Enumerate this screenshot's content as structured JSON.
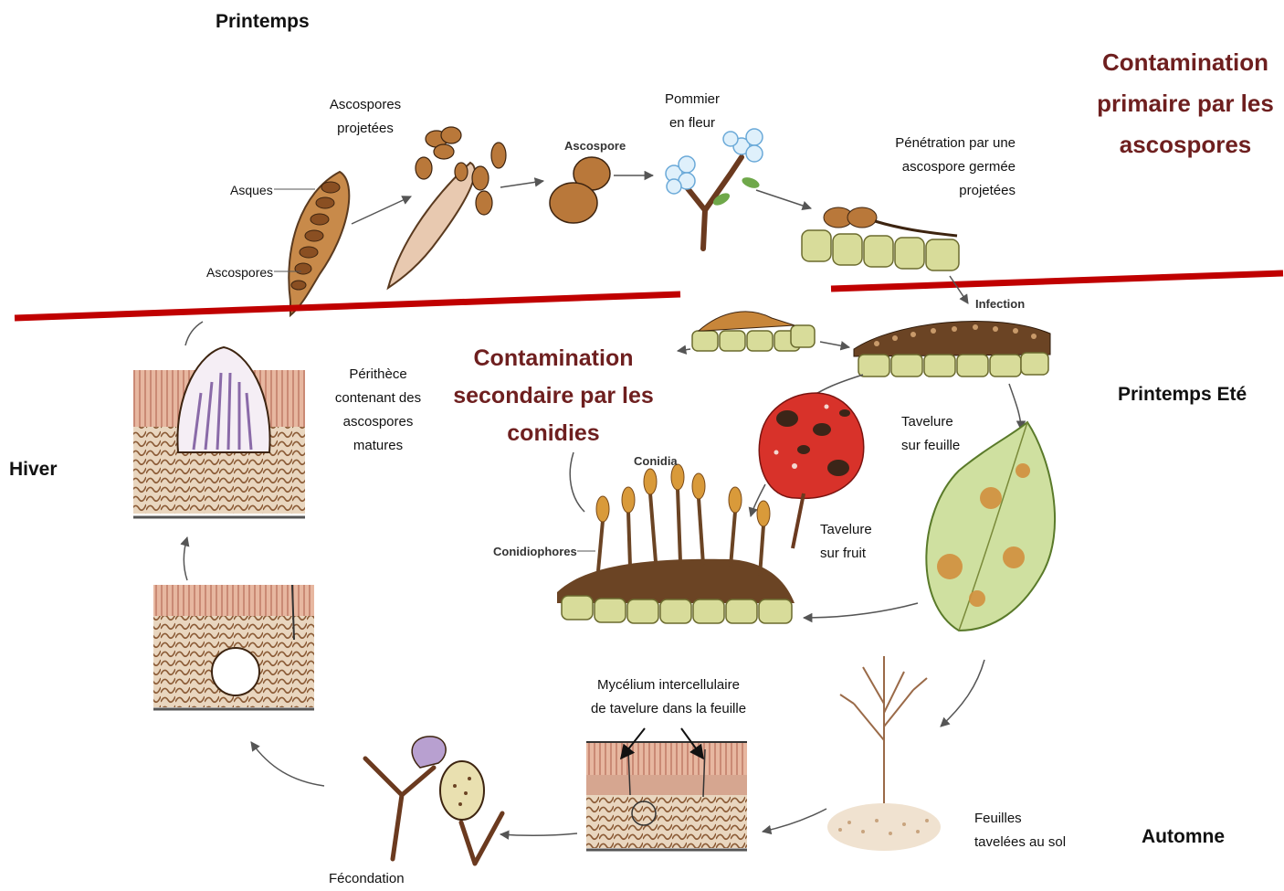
{
  "seasons": {
    "spring": "Printemps",
    "spring_summer": "Printemps Eté",
    "winter": "Hiver",
    "autumn": "Automne"
  },
  "phases": {
    "primary": "Contamination\nprimaire par les\nascospores",
    "secondary": "Contamination\nsecondaire par les\nconidies"
  },
  "labels": {
    "ascospores_projected": "Ascospores\nprojetées",
    "asques": "Asques",
    "ascospores": "Ascospores",
    "pommier": "Pommier\nen fleur",
    "penetration": "Pénétration  par une\nascospore germée\nprojetées",
    "perithece": "Périthèce\ncontenant des\nascospores\nmatures",
    "tavelure_feuille": "Tavelure\nsur feuille",
    "tavelure_fruit": "Tavelure\nsur fruit",
    "mycelium": "Mycélium  intercellulaire\nde tavelure  dans la feuille",
    "feuilles_sol": "Feuilles\ntavelées   au sol",
    "fecondation": "Fécondation"
  },
  "inset_labels": {
    "ascospore": "Ascospore",
    "infection": "Infection",
    "conidia": "Conidia",
    "conidiophores": "Conidiophores"
  },
  "colors": {
    "phase_text": "#6e1f1f",
    "divider": "#c00000",
    "cell": "#d8dc9a",
    "spore": "#b9783a",
    "leaf": "#cfe0a0",
    "fruit": "#d8322a"
  }
}
